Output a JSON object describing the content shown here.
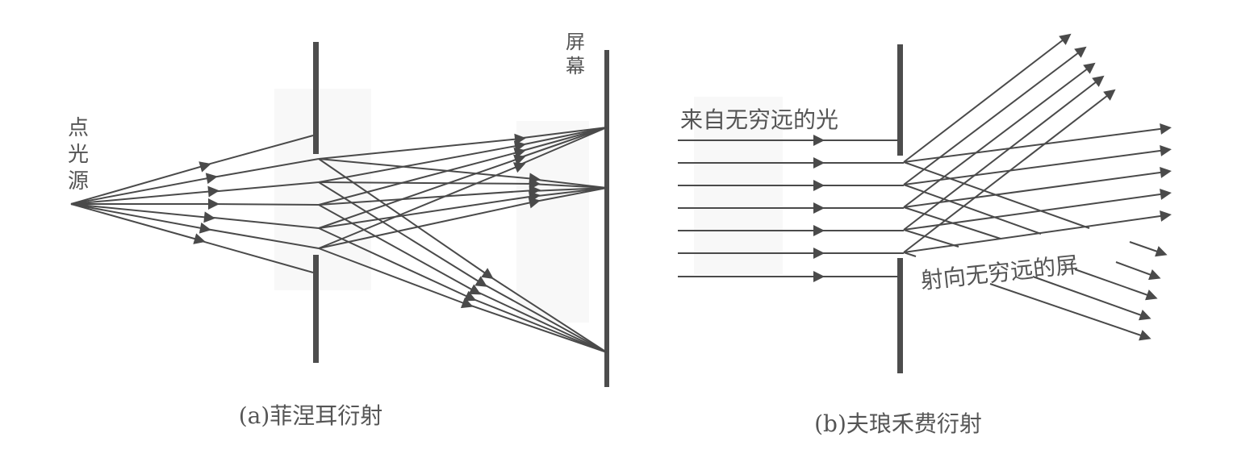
{
  "figure": {
    "panel_a": {
      "caption": "(a)菲涅耳衍射",
      "source_label": [
        "点",
        "光",
        "源"
      ],
      "screen_label": [
        "屏",
        "幕"
      ]
    },
    "panel_b": {
      "caption": "(b)夫琅禾费衍射",
      "incoming_label": "来自无穷远的光",
      "outgoing_label": "射向无穷远的屏"
    }
  },
  "colors": {
    "line": "#4a4a4a",
    "barrier": "#4d4d4d",
    "text": "#555555",
    "background": "#ffffff"
  }
}
